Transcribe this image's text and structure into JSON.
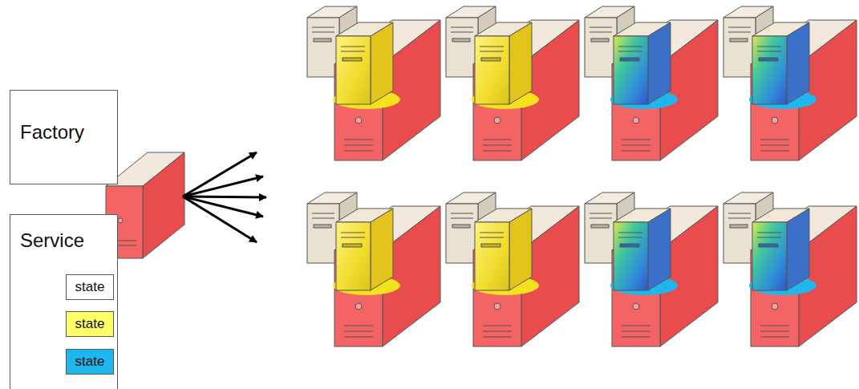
{
  "diagram": {
    "nodes": [
      {
        "text": [
          "Factory"
        ]
      },
      {
        "text": [
          "Service"
        ]
      },
      {
        "text": [
          "state"
        ],
        "in": 1
      },
      {
        "text": [
          "state"
        ],
        "in": 1
      },
      {
        "text": [
          "state"
        ],
        "in": 1
      }
    ]
  }
}
